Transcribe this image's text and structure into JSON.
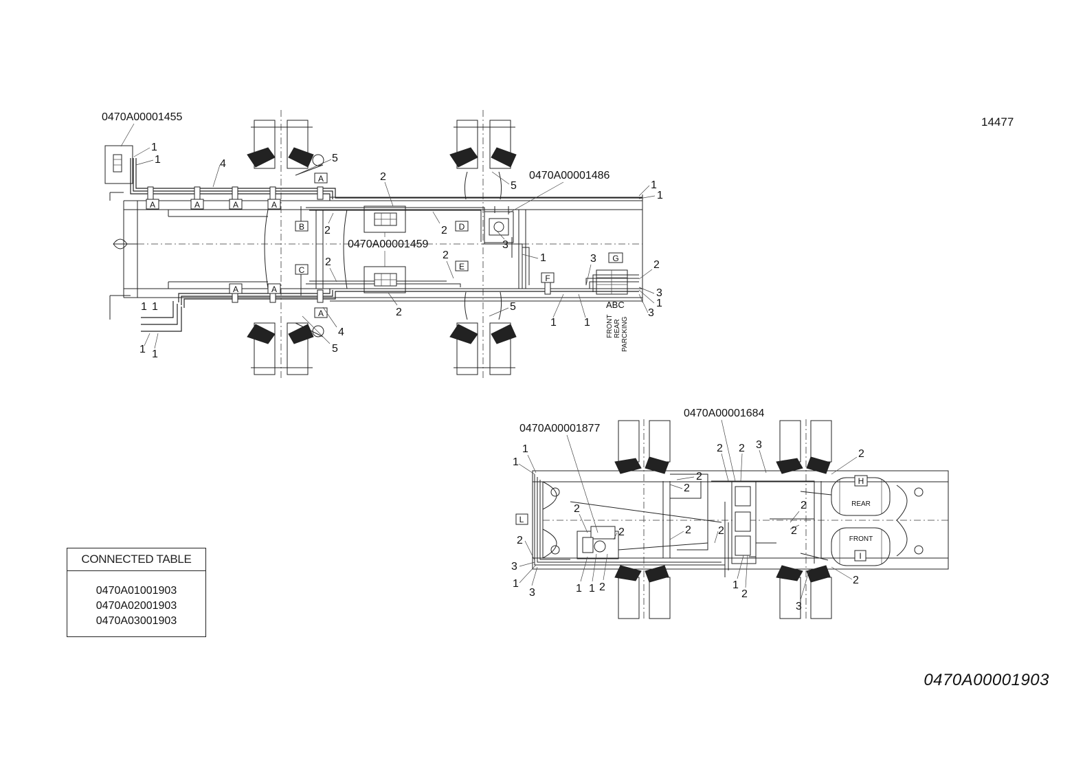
{
  "sheet_number": "14477",
  "drawing_id": "0470A00001903",
  "connected_table": {
    "title": "CONNECTED TABLE",
    "rows": [
      "0470A01001903",
      "0470A02001903",
      "0470A03001903"
    ]
  },
  "top_view": {
    "part_numbers": {
      "p1455": "0470A00001455",
      "p1486": "0470A00001486",
      "p1459": "0470A00001459"
    },
    "valve_letters": {
      "a": "A",
      "b": "B",
      "c": "C",
      "d": "D",
      "e": "E",
      "f": "F",
      "g": "G"
    },
    "abc_label": "ABC",
    "port_labels": {
      "front": "FRONT",
      "rear": "REAR",
      "parking": "PARCKING"
    },
    "callouts": {
      "one": "1",
      "two": "2",
      "three": "3",
      "four": "4",
      "five": "5"
    }
  },
  "bottom_view": {
    "part_numbers": {
      "p1877": "0470A00001877",
      "p1684": "0470A00001684"
    },
    "box_letters": {
      "h": "H",
      "l": "L",
      "i": "I"
    },
    "tank_labels": {
      "rear": "REAR",
      "front": "FRONT"
    },
    "callouts": {
      "one": "1",
      "two": "2",
      "three": "3"
    }
  }
}
